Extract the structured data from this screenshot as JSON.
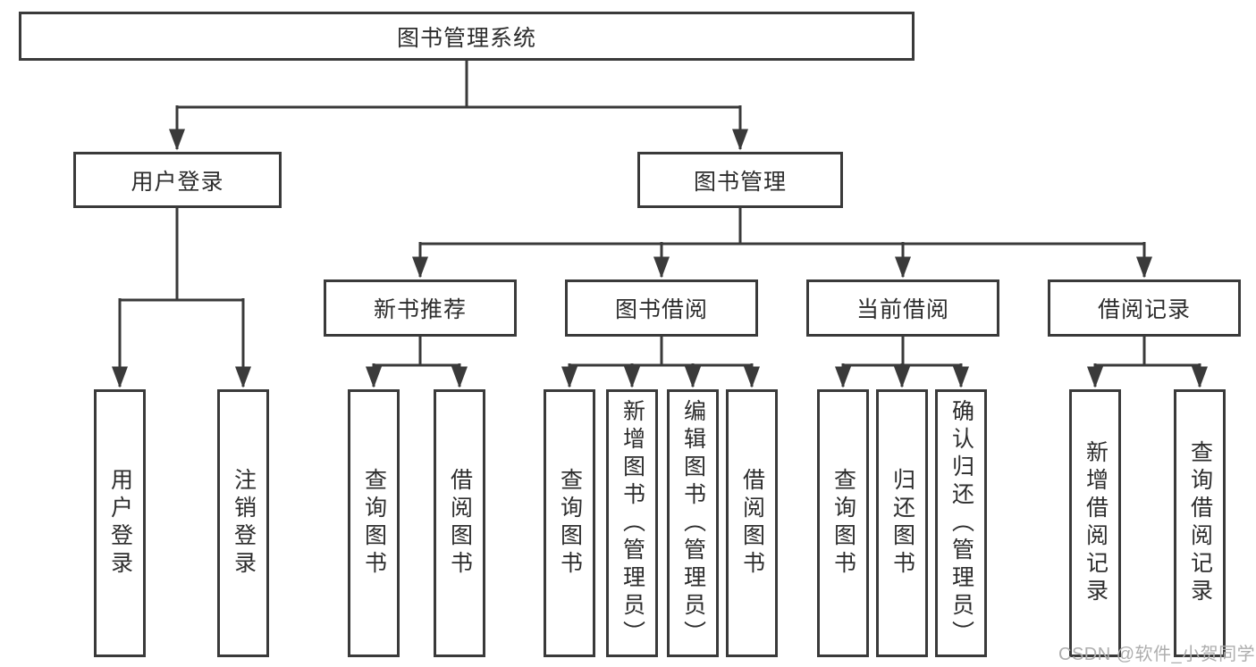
{
  "diagram": {
    "root": {
      "label": "图书管理系统"
    },
    "branches": [
      {
        "label": "用户登录",
        "leaves": [
          {
            "label": "用户登录"
          },
          {
            "label": "注销登录"
          }
        ]
      },
      {
        "label": "图书管理",
        "groups": [
          {
            "label": "新书推荐",
            "leaves": [
              {
                "label": "查询图书"
              },
              {
                "label": "借阅图书"
              }
            ]
          },
          {
            "label": "图书借阅",
            "leaves": [
              {
                "label": "查询图书"
              },
              {
                "label": "新增图书（管理员）"
              },
              {
                "label": "编辑图书（管理员）"
              },
              {
                "label": "借阅图书"
              }
            ]
          },
          {
            "label": "当前借阅",
            "leaves": [
              {
                "label": "查询图书"
              },
              {
                "label": "归还图书"
              },
              {
                "label": "确认归还（管理员）"
              }
            ]
          },
          {
            "label": "借阅记录",
            "leaves": [
              {
                "label": "新增借阅记录"
              },
              {
                "label": "查询借阅记录"
              }
            ]
          }
        ]
      }
    ]
  },
  "watermark": {
    "text": "CSDN @软件_小贺同学"
  },
  "colors": {
    "line": "#3a3a3a",
    "box_border": "#3a3a3a",
    "box_background": "#ffffff",
    "text": "#2d2d2d",
    "watermark_text": "#aeaeae",
    "page_background": "#ffffff"
  }
}
